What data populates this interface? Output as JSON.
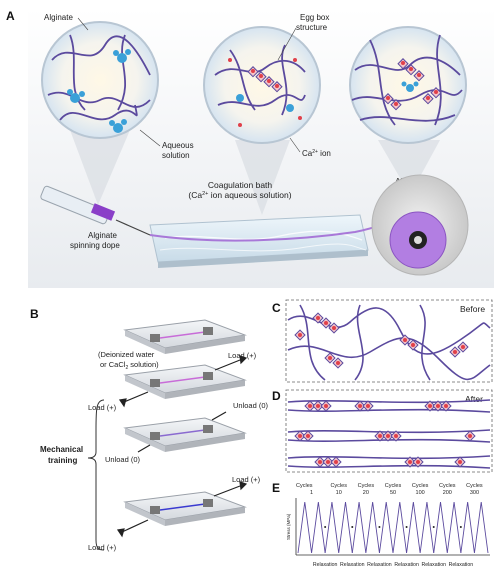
{
  "panels": {
    "a": "A",
    "b": "B",
    "c": "C",
    "d": "D",
    "e": "E"
  },
  "panel_a": {
    "alginate": "Alginate",
    "egg_box_line1": "Egg box",
    "egg_box_line2": "structure",
    "aqueous_line1": "Aqueous",
    "aqueous_line2": "solution",
    "ca_ion": "Ca",
    "ca_ion_sup": "2+",
    "ca_ion_suffix": " ion",
    "bath_line1": "Coagulation bath",
    "bath_line2_pre": "(Ca",
    "bath_line2_sup": "2+",
    "bath_line2_post": " ion aqueous solution)",
    "ahif": "AHIF",
    "dope_line1": "Alginate",
    "dope_line2": "spinning dope"
  },
  "panel_b": {
    "medium_line1": "(Deionized water",
    "medium_line2_pre": "or CaCl",
    "medium_line2_sub": "2",
    "medium_line2_post": " solution)",
    "load_plus": "Load (+)",
    "unload_zero": "Unload (0)",
    "mech_line1": "Mechanical",
    "mech_line2": "training"
  },
  "panel_c": {
    "tag": "Before"
  },
  "panel_d": {
    "tag": "After"
  },
  "panel_e": {
    "ylabel": "Stress (MPa)",
    "cycles_label": "Cycles",
    "cycle_values": [
      "1",
      "10",
      "20",
      "50",
      "100",
      "200",
      "300"
    ],
    "relaxation_label": "Relaxation"
  },
  "colors": {
    "chain": "#5b4a9e",
    "ion": "#e0404a",
    "fiber": "#a878d8",
    "water": "#3aa0d8"
  }
}
